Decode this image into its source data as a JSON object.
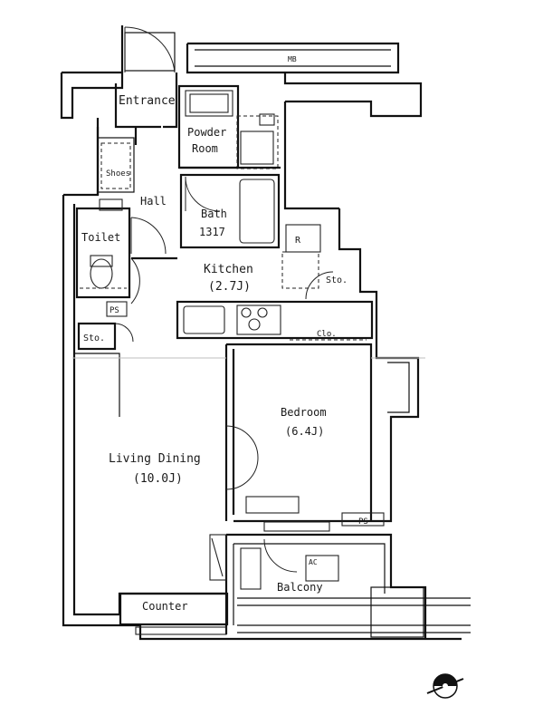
{
  "rooms": {
    "entrance": "Entrance",
    "powder_room_line1": "Powder",
    "powder_room_line2": "Room",
    "shoes": "Shoes",
    "hall": "Hall",
    "bath": "Bath",
    "bath_size": "1317",
    "toilet": "Toilet",
    "kitchen": "Kitchen",
    "kitchen_size": "(2.7J)",
    "bedroom": "Bedroom",
    "bedroom_size": "(6.4J)",
    "living_dining": "Living Dining",
    "living_dining_size": "(10.0J)",
    "counter": "Counter",
    "balcony": "Balcony"
  },
  "marks": {
    "rf": "R",
    "storage_hall": "Sto.",
    "storage_kitchen": "Sto.",
    "closet": "Clo.",
    "ps_toilet": "PS",
    "ps_bedroom": "PS",
    "mb": "MB",
    "ac": "AC"
  },
  "colors": {
    "line": "#111111",
    "background": "#ffffff"
  }
}
